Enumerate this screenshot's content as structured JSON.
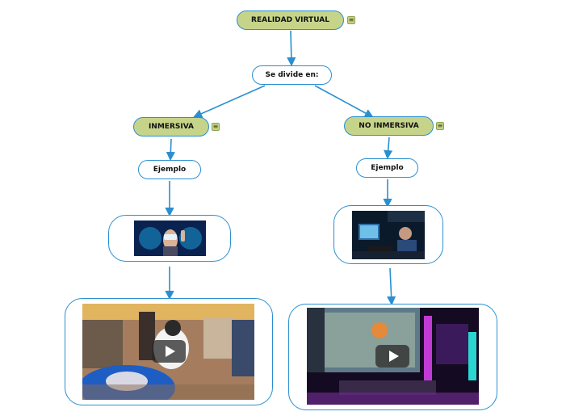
{
  "colors": {
    "topic_fill": "#c6d48a",
    "border": "#2a8fd0",
    "connector": "#2a8fd0"
  },
  "nodes": {
    "root": {
      "label": "REALIDAD VIRTUAL",
      "note_icon": "notes-icon"
    },
    "divide": {
      "label": "Se divide en:"
    },
    "immersive": {
      "label": "INMERSIVA",
      "note_icon": "notes-icon"
    },
    "non_immersive": {
      "label": "NO INMERSIVA",
      "note_icon": "notes-icon"
    },
    "example_left": {
      "label": "Ejemplo"
    },
    "example_right": {
      "label": "Ejemplo"
    }
  },
  "media": {
    "immersive_image": {
      "kind": "image",
      "depicts": "vr-headset-user"
    },
    "non_immersive_image": {
      "kind": "image",
      "depicts": "gamer-at-pc"
    },
    "immersive_video": {
      "kind": "video",
      "control": "play-icon"
    },
    "non_immersive_video": {
      "kind": "video",
      "control": "play-icon"
    }
  }
}
